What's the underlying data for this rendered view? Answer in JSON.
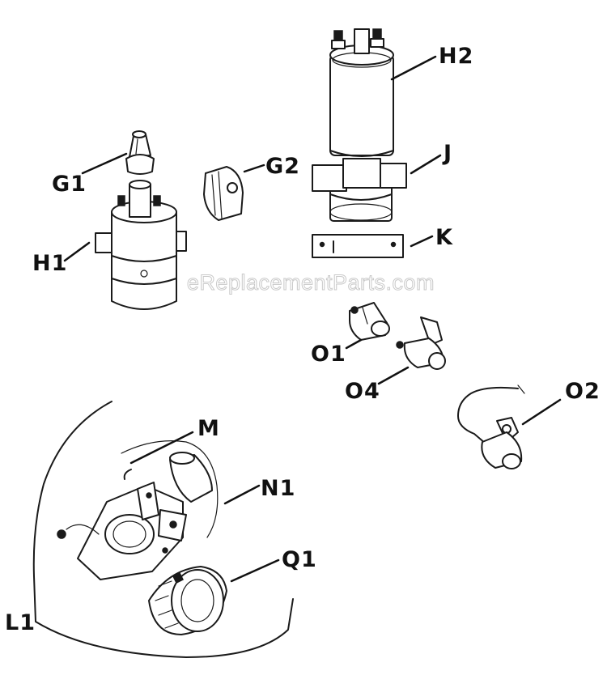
{
  "diagram": {
    "watermark": "eReplacementParts.com",
    "labels": {
      "g1": "G1",
      "g2": "G2",
      "h1": "H1",
      "h2": "H2",
      "j": "J",
      "k": "K",
      "o1": "O1",
      "o4": "O4",
      "o2": "O2",
      "m": "M",
      "n1": "N1",
      "q1": "Q1",
      "l1": "L1"
    }
  }
}
